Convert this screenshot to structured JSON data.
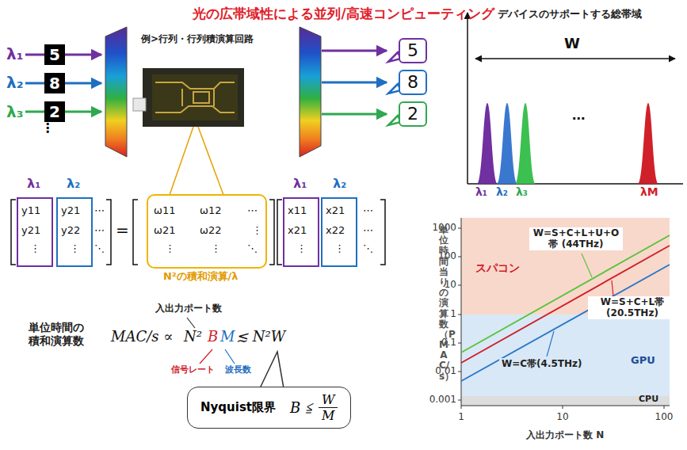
{
  "diagram": {
    "title": "光の広帯域性による並列/高速コンピューティング",
    "nodes": [
      {
        "text": [
          "5"
        ]
      },
      {
        "text": [
          "8"
        ]
      },
      {
        "text": [
          "2"
        ]
      },
      {
        "text": [
          "5"
        ]
      },
      {
        "text": [
          "8"
        ]
      },
      {
        "text": [
          "2"
        ]
      },
      {
        "text": [
          "Nyquist限界",
          "B ≦",
          "W",
          "M"
        ]
      }
    ],
    "labels": [
      "例>行列・行列積演算回路",
      "λ₁",
      "λ₂",
      "λ₃",
      "⋮",
      "デバイスのサポートする総帯域",
      "W",
      "⋯",
      "λ₁",
      "λ₂",
      "λ₃",
      "λM",
      "λ₁",
      "λ₂",
      "y11",
      "y21",
      "⋯",
      "y21",
      "y22",
      "⋯",
      "⋮",
      "⋮",
      "⋱",
      "=",
      "ω11",
      "ω12",
      "⋯",
      "ω21",
      "ω22",
      "⋮",
      "⋮",
      "⋮",
      "⋱",
      "λ₁",
      "λ₂",
      "x11",
      "x21",
      "⋯",
      "x21",
      "x22",
      "⋯",
      "⋮",
      "⋮",
      "⋱",
      "N²の積和演算/λ",
      "入出力ポート数",
      "単位時間の 積和演算数",
      "MAC/s ∝",
      "N²",
      "B",
      "M",
      "≲ N²W",
      "信号レート",
      "波長数",
      "1000",
      "100",
      "10",
      "1",
      "0.1",
      "0.01",
      "0.001",
      "1",
      "10",
      "100",
      "単位時間当りの演算数（PMAC/s）",
      "入出力ポート数 N",
      "W=S+C+L+U+O帯 (44THz)",
      "スパコン",
      "W=S+C+L帯 (20.5THz)",
      "W=C帯(4.5THz)",
      "GPU",
      "CPU"
    ]
  }
}
